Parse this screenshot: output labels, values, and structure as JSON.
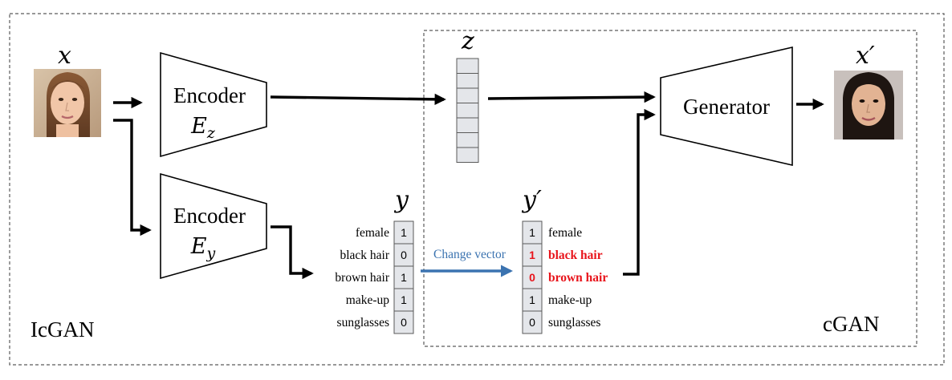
{
  "outer_label": "IcGAN",
  "inner_label": "cGAN",
  "x_symbol": "x",
  "x_prime_symbol": "x′",
  "z_symbol": "z",
  "y_symbol": "y",
  "y_prime_symbol": "y′",
  "encoder_z": {
    "title": "Encoder",
    "var_main": "E",
    "var_sub": "z"
  },
  "encoder_y": {
    "title": "Encoder",
    "var_main": "E",
    "var_sub": "y"
  },
  "generator": {
    "title": "Generator"
  },
  "input_face_icon": "face-photo-icon",
  "output_face_icon": "face-photo-icon",
  "change_vector_label": "Change vector",
  "y_attributes": [
    {
      "label": "female",
      "value": "1"
    },
    {
      "label": "black hair",
      "value": "0"
    },
    {
      "label": "brown hair",
      "value": "1"
    },
    {
      "label": "make-up",
      "value": "1"
    },
    {
      "label": "sunglasses",
      "value": "0"
    }
  ],
  "y_prime_attributes": [
    {
      "label": "female",
      "value": "1",
      "changed": false
    },
    {
      "label": "black hair",
      "value": "1",
      "changed": true
    },
    {
      "label": "brown hair",
      "value": "0",
      "changed": true
    },
    {
      "label": "make-up",
      "value": "1",
      "changed": false
    },
    {
      "label": "sunglasses",
      "value": "0",
      "changed": false
    }
  ],
  "colors": {
    "changed": "#e8141b",
    "change_arrow": "#3b73b0",
    "cell_fill": "#e4e6ea",
    "border": "#5a5a5a"
  }
}
